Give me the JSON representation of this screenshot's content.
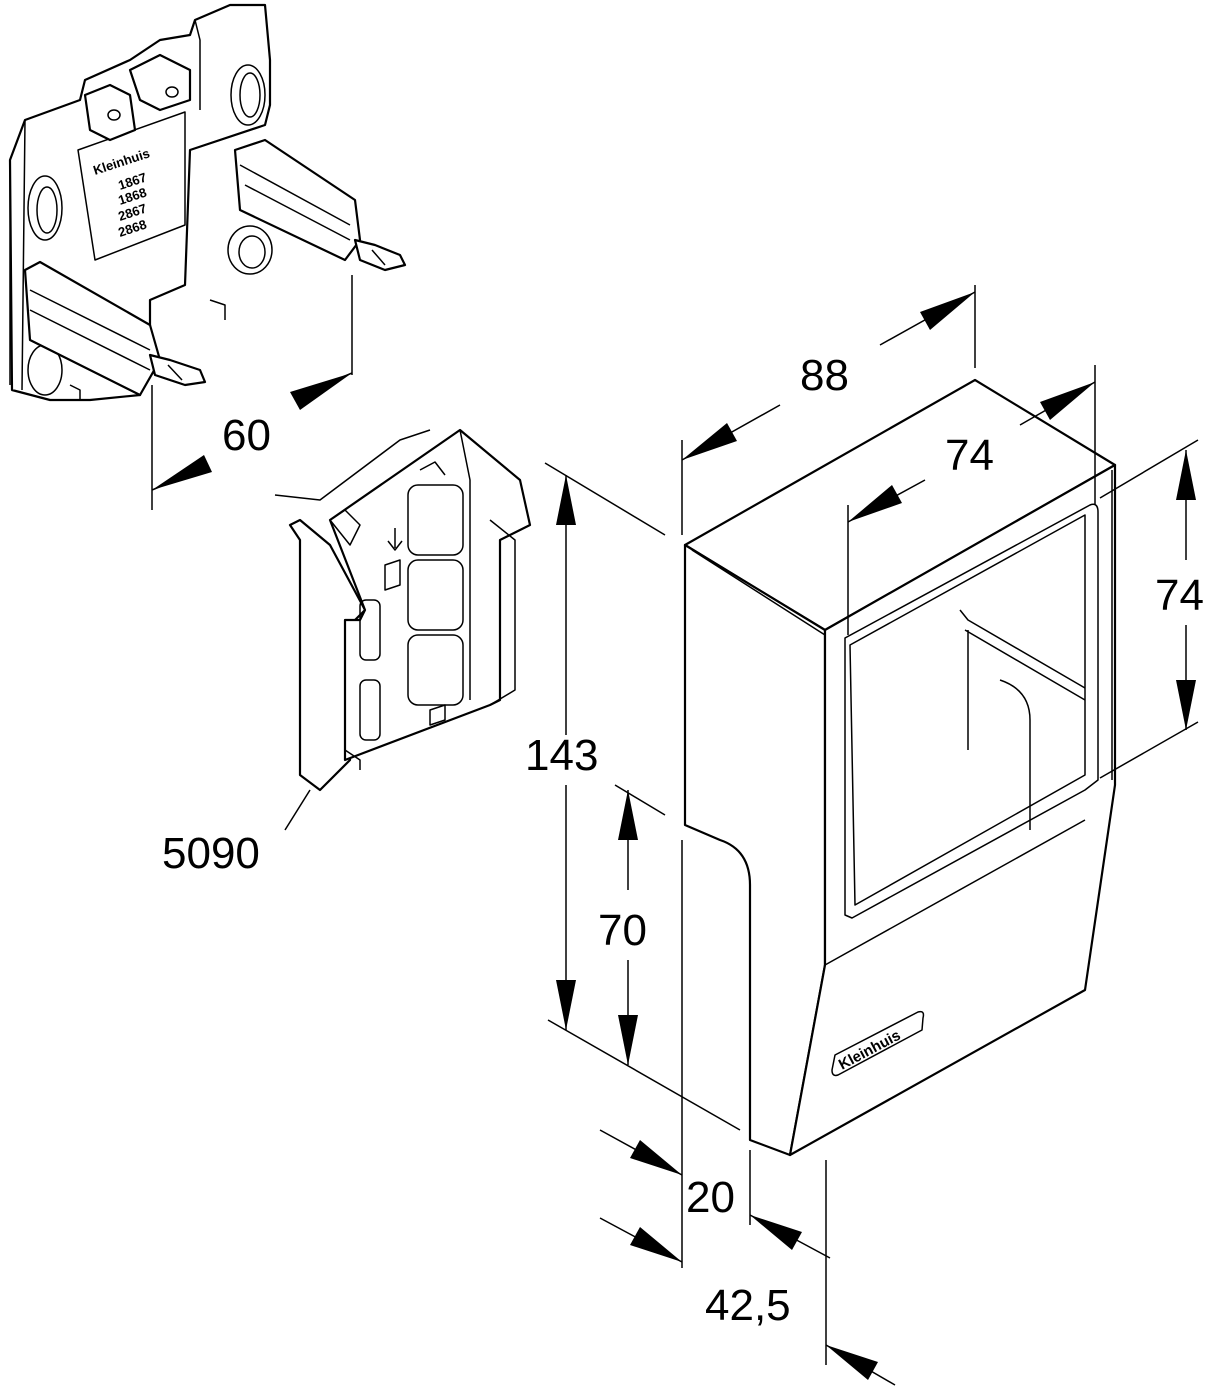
{
  "figure": {
    "brand": "Kleinhuis",
    "plate_label_lines": [
      "1867",
      "1868",
      "2867",
      "2868"
    ],
    "part_number": "5090"
  },
  "dimensions": {
    "width_mounting_plate": "60",
    "width_box": "88",
    "opening_width": "74",
    "opening_height": "74",
    "total_height": "143",
    "lower_height": "70",
    "offset_depth": "20",
    "total_depth": "42,5"
  }
}
